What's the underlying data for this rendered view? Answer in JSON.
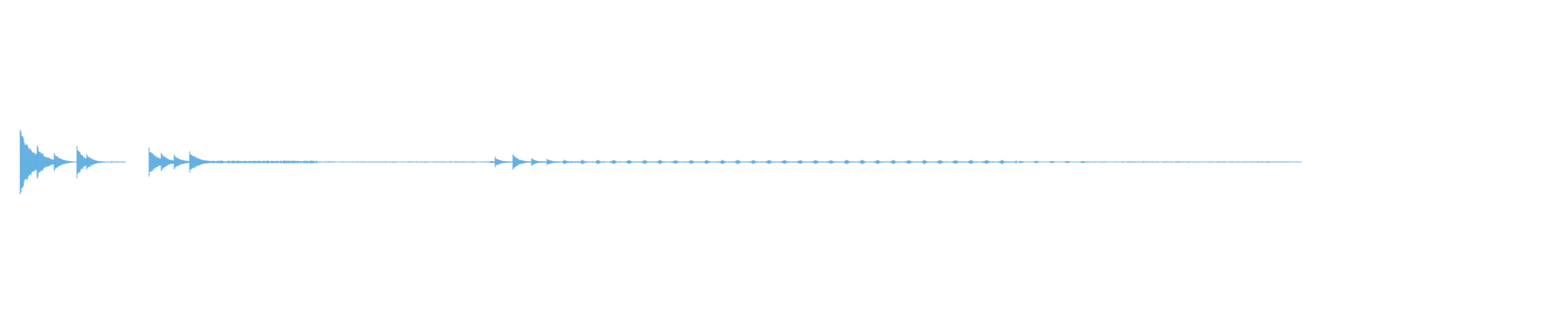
{
  "waveform": {
    "color": "#5dade2",
    "baseline_color": "#6cb4e6",
    "visible_text": [],
    "segments": [
      {
        "kind": "hits",
        "start": 0.0,
        "end": 0.074,
        "hits": [
          {
            "at": 0.0,
            "amp": 1.0,
            "decay": 0.014
          },
          {
            "at": 0.012,
            "amp": 0.52,
            "decay": 0.01
          },
          {
            "at": 0.024,
            "amp": 0.28,
            "decay": 0.008
          },
          {
            "at": 0.04,
            "amp": 0.5,
            "decay": 0.008
          },
          {
            "at": 0.047,
            "amp": 0.25,
            "decay": 0.007
          }
        ]
      },
      {
        "kind": "dot",
        "at": 0.065,
        "amp": 0.03
      },
      {
        "kind": "hits",
        "start": 0.091,
        "end": 0.21,
        "hits": [
          {
            "at": 0.091,
            "amp": 0.45,
            "decay": 0.01
          },
          {
            "at": 0.1,
            "amp": 0.28,
            "decay": 0.008
          },
          {
            "at": 0.109,
            "amp": 0.23,
            "decay": 0.008
          },
          {
            "at": 0.12,
            "amp": 0.33,
            "decay": 0.01
          }
        ],
        "texture": 0.05
      },
      {
        "kind": "sparse",
        "start": 0.21,
        "end": 0.33,
        "amp": 0.02
      },
      {
        "kind": "hits",
        "start": 0.33,
        "end": 0.395,
        "hits": [
          {
            "at": 0.336,
            "amp": 0.17,
            "decay": 0.006
          },
          {
            "at": 0.349,
            "amp": 0.24,
            "decay": 0.007
          },
          {
            "at": 0.362,
            "amp": 0.12,
            "decay": 0.006
          },
          {
            "at": 0.373,
            "amp": 0.1,
            "decay": 0.006
          },
          {
            "at": 0.385,
            "amp": 0.07,
            "decay": 0.005
          }
        ],
        "texture": 0.03
      },
      {
        "kind": "periodic",
        "start": 0.395,
        "end": 0.705,
        "period": 0.011,
        "amp": 0.07
      },
      {
        "kind": "periodic",
        "start": 0.705,
        "end": 0.755,
        "period": 0.011,
        "amp": 0.04
      },
      {
        "kind": "sparse",
        "start": 0.755,
        "end": 0.907,
        "amp": 0.02
      }
    ]
  }
}
